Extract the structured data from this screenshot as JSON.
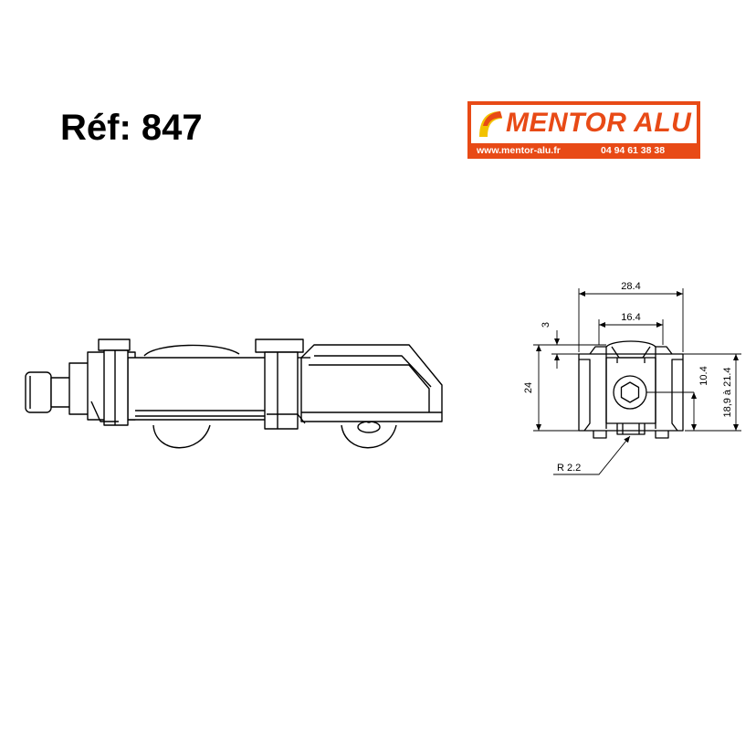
{
  "reference": "Réf: 847",
  "logo": {
    "brand": "MENTOR ALU",
    "website": "www.mentor-alu.fr",
    "phone": "04 94 61 38 38",
    "brand_color": "#e84a16"
  },
  "dimensions": {
    "overall_width": "28.4",
    "inner_width": "16.4",
    "top_offset": "3",
    "height": "24",
    "axis_height": "10.4",
    "adjustment_range": "18,9 à 21.4",
    "radius": "R 2.2"
  }
}
